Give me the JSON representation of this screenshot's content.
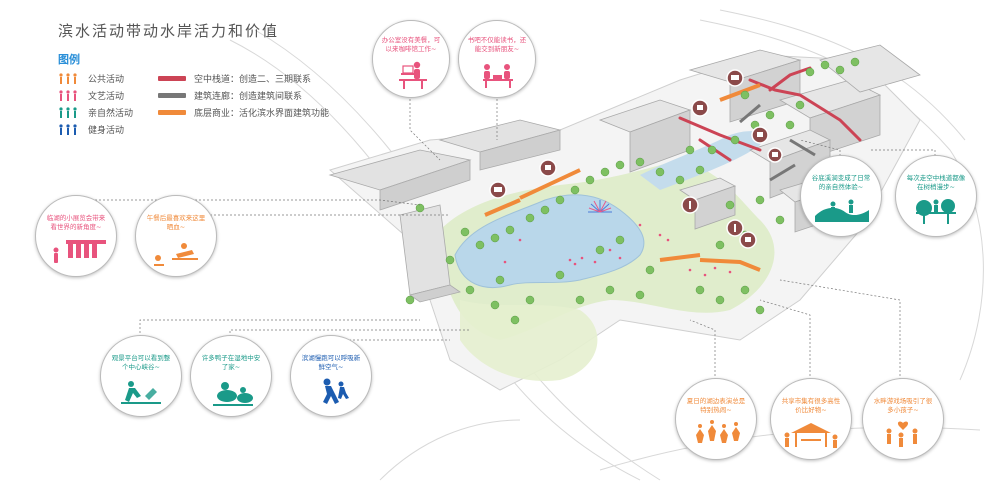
{
  "title": "滨水活动带动水岸活力和价值",
  "legend": {
    "heading": "图例",
    "activities": [
      {
        "label": "公共活动",
        "color": "#f08a3a",
        "icon": "walking-people-icon"
      },
      {
        "label": "文艺活动",
        "color": "#e8537d",
        "icon": "walking-people-icon"
      },
      {
        "label": "亲自然活动",
        "color": "#1a9a89",
        "icon": "walking-people-icon"
      },
      {
        "label": "健身活动",
        "color": "#1c5cb0",
        "icon": "walking-people-icon"
      }
    ],
    "lines": [
      {
        "name": "空中栈道",
        "desc": "创造二、三期联系",
        "color": "#cc4455"
      },
      {
        "name": "建筑连廊",
        "desc": "创造建筑间联系",
        "color": "#777777"
      },
      {
        "name": "底层商业",
        "desc": "活化滨水界面建筑功能",
        "color": "#f08a3a"
      }
    ]
  },
  "bubbles": {
    "office": {
      "text": "办公室没有美餐，可以来咖啡馆工作~",
      "color": "#e8537d",
      "icon": "laptop-work-icon"
    },
    "books": {
      "text": "书吧不仅能读书，还能交到新朋友~",
      "color": "#e8537d",
      "icon": "reading-friends-icon"
    },
    "exhibit": {
      "text": "临湖的小展览会带来看世界的新角度~",
      "color": "#e8537d",
      "icon": "exhibition-icon"
    },
    "lunch": {
      "text": "午餐后最喜欢来这里晒血~",
      "color": "#f08a3a",
      "icon": "sunbathing-icon"
    },
    "viewpoint": {
      "text": "观景平台可以看到整个中心峡谷~",
      "color": "#1a9a89",
      "icon": "viewing-platform-icon"
    },
    "ducks": {
      "text": "许多鸭子在湿地中安了家~",
      "color": "#1a9a89",
      "icon": "duck-icon"
    },
    "jogging": {
      "text": "滨湖慢跑可以呼吸新鲜空气~",
      "color": "#1c5cb0",
      "icon": "running-icon"
    },
    "valley": {
      "text": "谷底溪涧变成了日常的亲自然体验~",
      "color": "#1a9a89",
      "icon": "stream-valley-icon"
    },
    "canopy": {
      "text": "每次走空中栈道都像在树梢漫步~",
      "color": "#1a9a89",
      "icon": "treetop-walk-icon"
    },
    "performance": {
      "text": "夏日的湖边表演总是特别热闹~",
      "color": "#f08a3a",
      "icon": "performance-crowd-icon"
    },
    "market": {
      "text": "共享市集有很多高性价比好物~",
      "color": "#f08a3a",
      "icon": "market-stall-icon"
    },
    "waterplay": {
      "text": "水畔游戏场吸引了很多小孩子~",
      "color": "#f08a3a",
      "icon": "kids-play-icon"
    }
  }
}
